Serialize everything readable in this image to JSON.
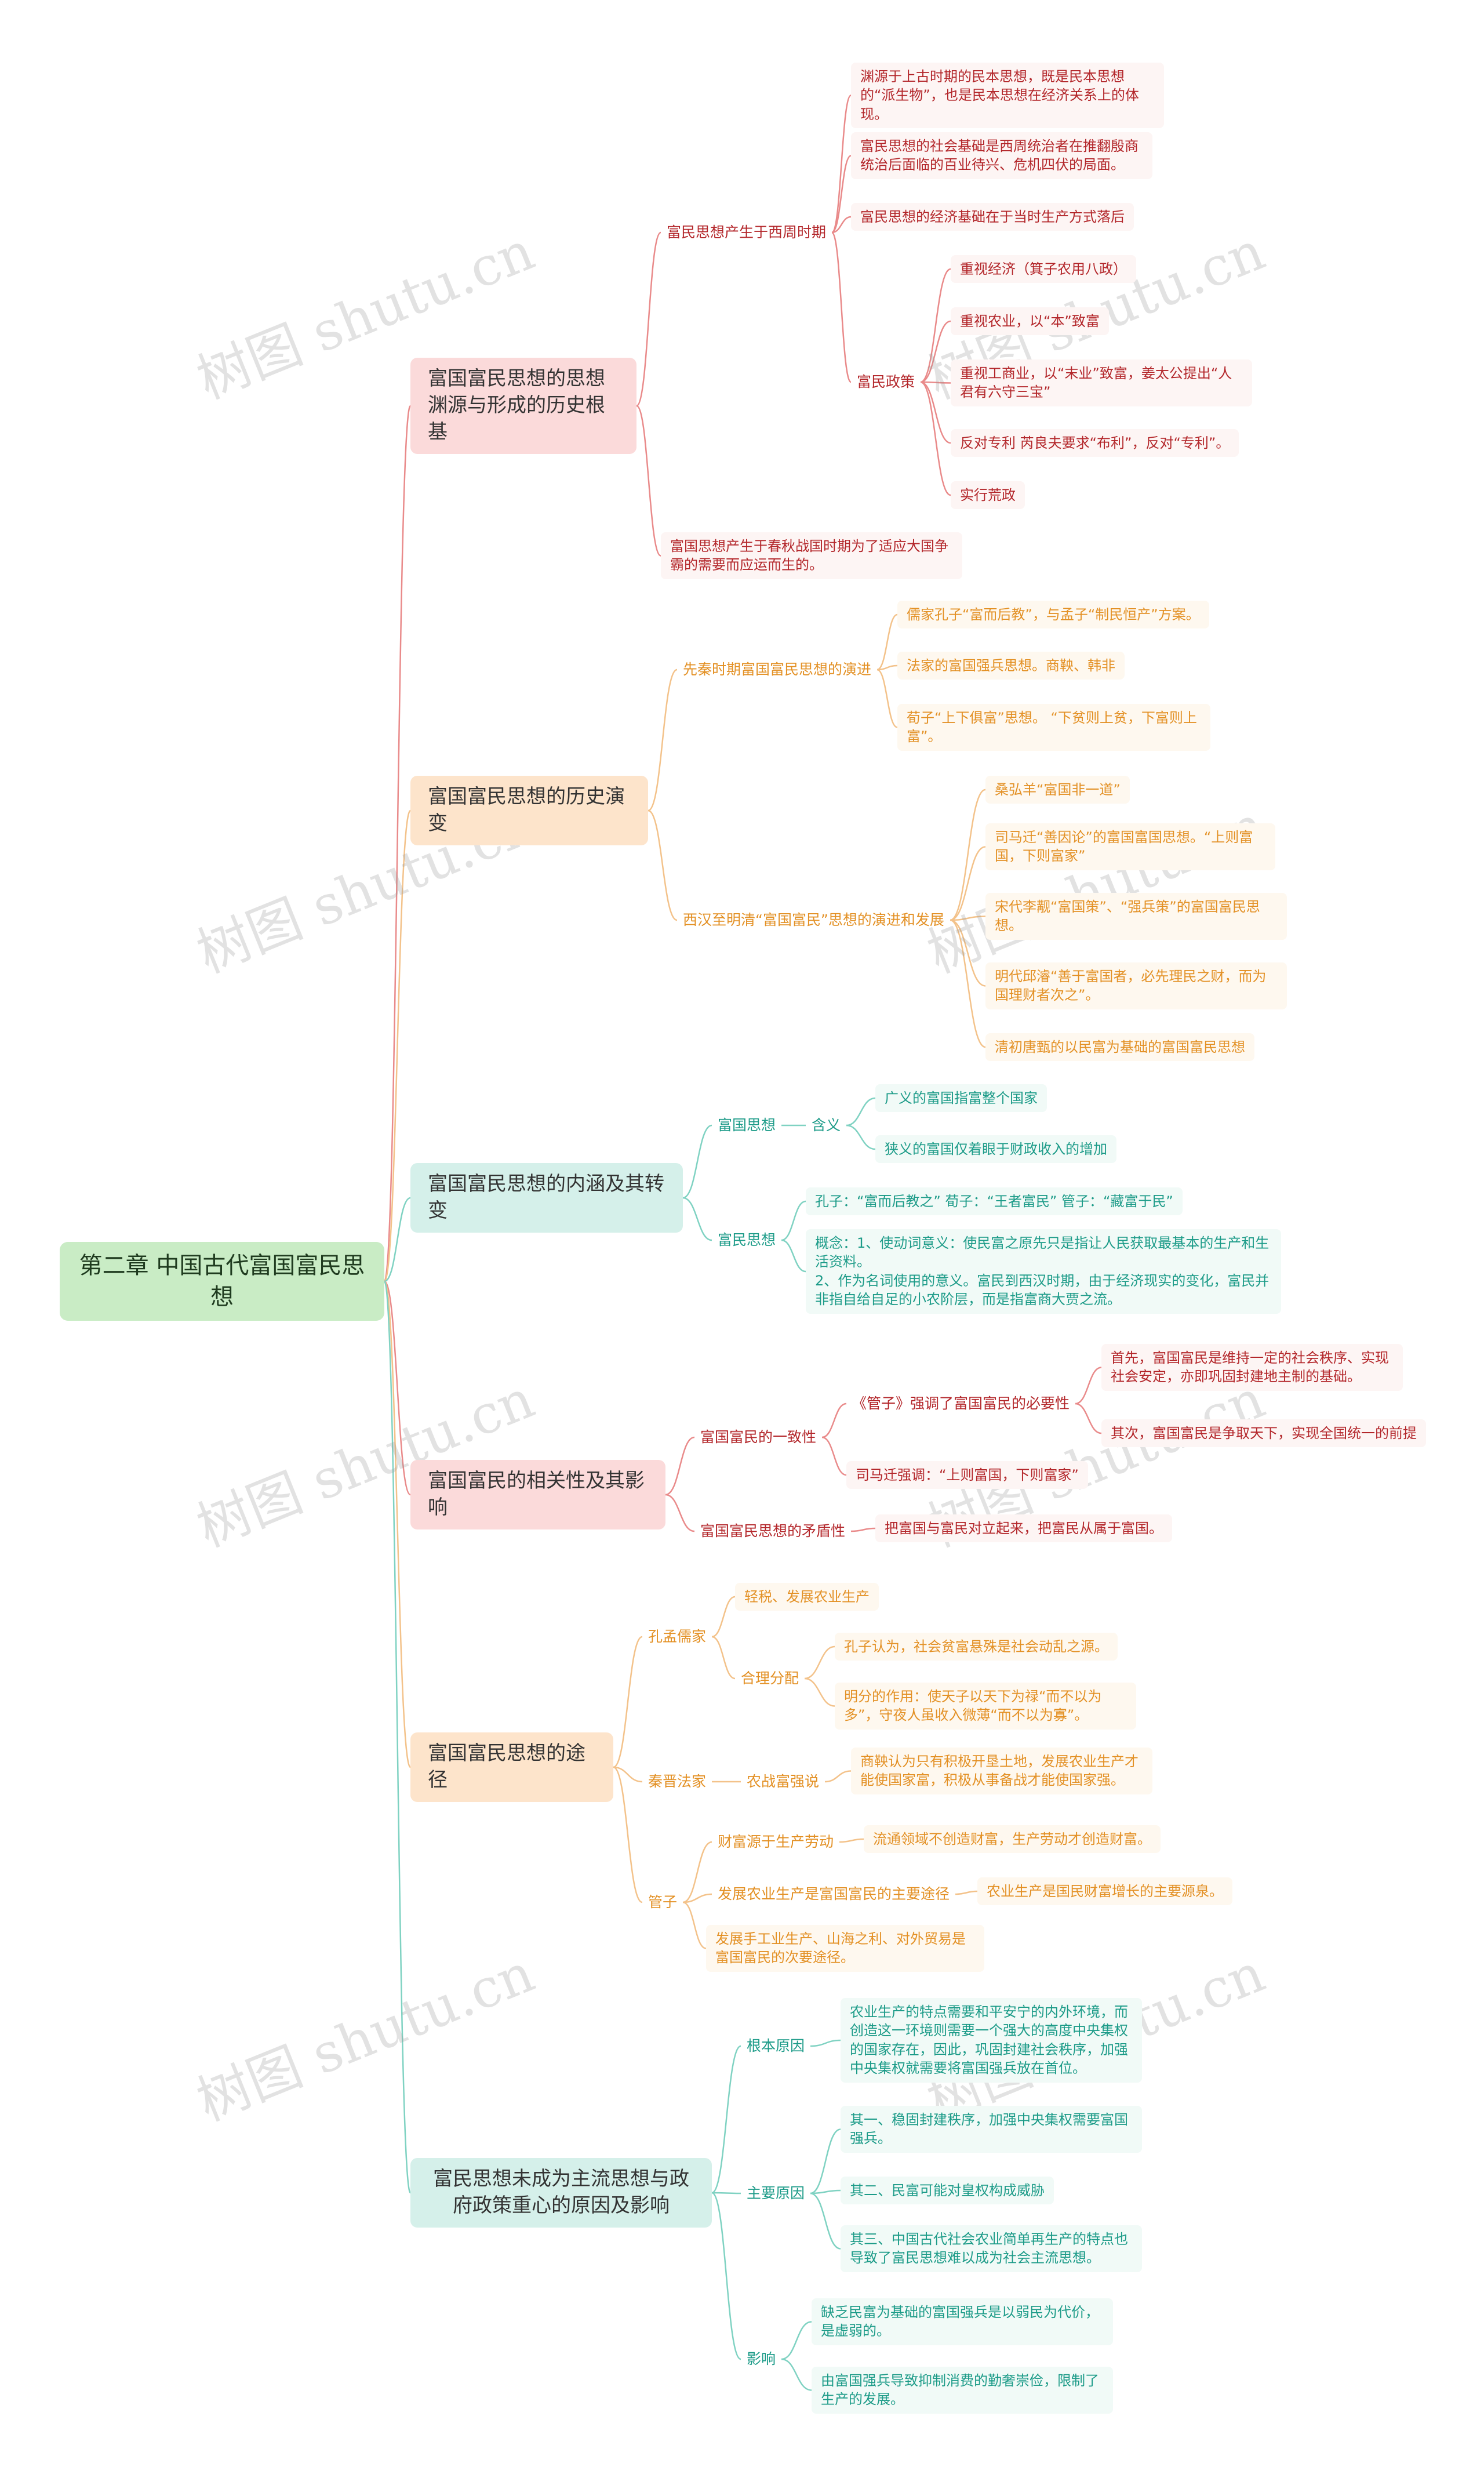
{
  "root": "第二章  中国古代富国富民思想",
  "watermark": "树图 shutu.cn",
  "colors": {
    "red": "#e98a8a",
    "orange": "#f3c28a",
    "teal": "#7fd2c2",
    "root": "#c9ecc5"
  },
  "b1": {
    "title": "富国富民思想的思想渊源与形成的历史根基",
    "s1": {
      "label": "富民思想产生于西周时期",
      "l1": "渊源于上古时期的民本思想，既是民本思想的“派生物”，也是民本思想在经济关系上的体现。",
      "l2": "富民思想的社会基础是西周统治者在推翻殷商统治后面临的百业待兴、危机四伏的局面。",
      "l3": "富民思想的经济基础在于当时生产方式落后",
      "policy": {
        "label": "富民政策",
        "items": [
          "重视经济（箕子农用八政）",
          "重视农业，以“本”致富",
          "重视工商业，以“末业”致富，姜太公提出“人君有六守三宝”",
          "反对专利 芮良夫要求“布利”，反对“专利”。",
          "实行荒政"
        ]
      }
    },
    "s2": "富国思想产生于春秋战国时期为了适应大国争霸的需要而应运而生的。"
  },
  "b2": {
    "title": "富国富民思想的历史演变",
    "s1": {
      "label": "先秦时期富国富民思想的演进",
      "items": [
        "儒家孔子“富而后教”，与孟子“制民恒产”方案。",
        "法家的富国强兵思想。商鞅、韩非",
        "荀子“上下俱富”思想。 “下贫则上贫，下富则上富”。"
      ]
    },
    "s2": {
      "label": "西汉至明清“富国富民”思想的演进和发展",
      "items": [
        "桑弘羊“富国非一道”",
        "司马迁“善因论”的富国富国思想。“上则富国，下则富家”",
        "宋代李觏“富国策”、“强兵策”的富国富民思想。",
        "明代邱濬“善于富国者，必先理民之财，而为国理财者次之”。",
        "清初唐甄的以民富为基础的富国富民思想"
      ]
    }
  },
  "b3": {
    "title": "富国富民思想的内涵及其转变",
    "s1": {
      "label": "富国思想",
      "meaning": "含义",
      "items": [
        "广义的富国指富整个国家",
        "狭义的富国仅着眼于财政收入的增加"
      ]
    },
    "s2": {
      "label": "富民思想",
      "items": [
        "孔子：“富而后教之” 荀子：“王者富民” 管子：“藏富于民”",
        "概念：1、使动词意义：使民富之原先只是指让人民获取最基本的生产和生活资料。\n2、作为名词使用的意义。富民到西汉时期，由于经济现实的变化，富民并非指自给自足的小农阶层，而是指富商大贾之流。"
      ]
    }
  },
  "b4": {
    "title": "富国富民的相关性及其影响",
    "s1": {
      "label": "富国富民的一致性",
      "guan": {
        "label": "《管子》强调了富国富民的必要性",
        "items": [
          "首先，富国富民是维持一定的社会秩序、实现社会安定，亦即巩固封建地主制的基础。",
          "其次，富国富民是争取天下，实现全国统一的前提"
        ]
      },
      "sima": "司马迁强调：“上则富国，下则富家”"
    },
    "s2": {
      "label": "富国富民思想的矛盾性",
      "item": "把富国与富民对立起来，把富民从属于富国。"
    }
  },
  "b5": {
    "title": "富国富民思想的途径",
    "s1": {
      "label": "孔孟儒家",
      "tax": "轻税、发展农业生产",
      "dist": {
        "label": "合理分配",
        "items": [
          "孔子认为，社会贫富悬殊是社会动乱之源。",
          "明分的作用：使天子以天下为禄“而不以为多”，守夜人虽收入微薄“而不以为寡”。"
        ]
      }
    },
    "s2": {
      "label": "秦晋法家",
      "sub": "农战富强说",
      "item": "商鞅认为只有积极开垦土地，发展农业生产才能使国家富，积极从事备战才能使国家强。"
    },
    "s3": {
      "label": "管子",
      "items": [
        {
          "a": "财富源于生产劳动",
          "b": "流通领域不创造财富，生产劳动才创造财富。"
        },
        {
          "a": "发展农业生产是富国富民的主要途径",
          "b": "农业生产是国民财富增长的主要源泉。"
        },
        {
          "a": "发展手工业生产、山海之利、对外贸易是富国富民的次要途径。",
          "b": ""
        }
      ]
    }
  },
  "b6": {
    "title": "富民思想未成为主流思想与政府政策重心的原因及影响",
    "s1": {
      "label": "根本原因",
      "item": "农业生产的特点需要和平安宁的内外环境，而创造这一环境则需要一个强大的高度中央集权的国家存在，因此，巩固封建社会秩序，加强中央集权就需要将富国强兵放在首位。"
    },
    "s2": {
      "label": "主要原因",
      "items": [
        "其一、稳固封建秩序，加强中央集权需要富国强兵。",
        "其二、民富可能对皇权构成威胁",
        "其三、中国古代社会农业简单再生产的特点也导致了富民思想难以成为社会主流思想。"
      ]
    },
    "s3": {
      "label": "影响",
      "items": [
        "缺乏民富为基础的富国强兵是以弱民为代价，是虚弱的。",
        "由富国强兵导致抑制消费的勤奢崇俭，限制了生产的发展。"
      ]
    }
  }
}
